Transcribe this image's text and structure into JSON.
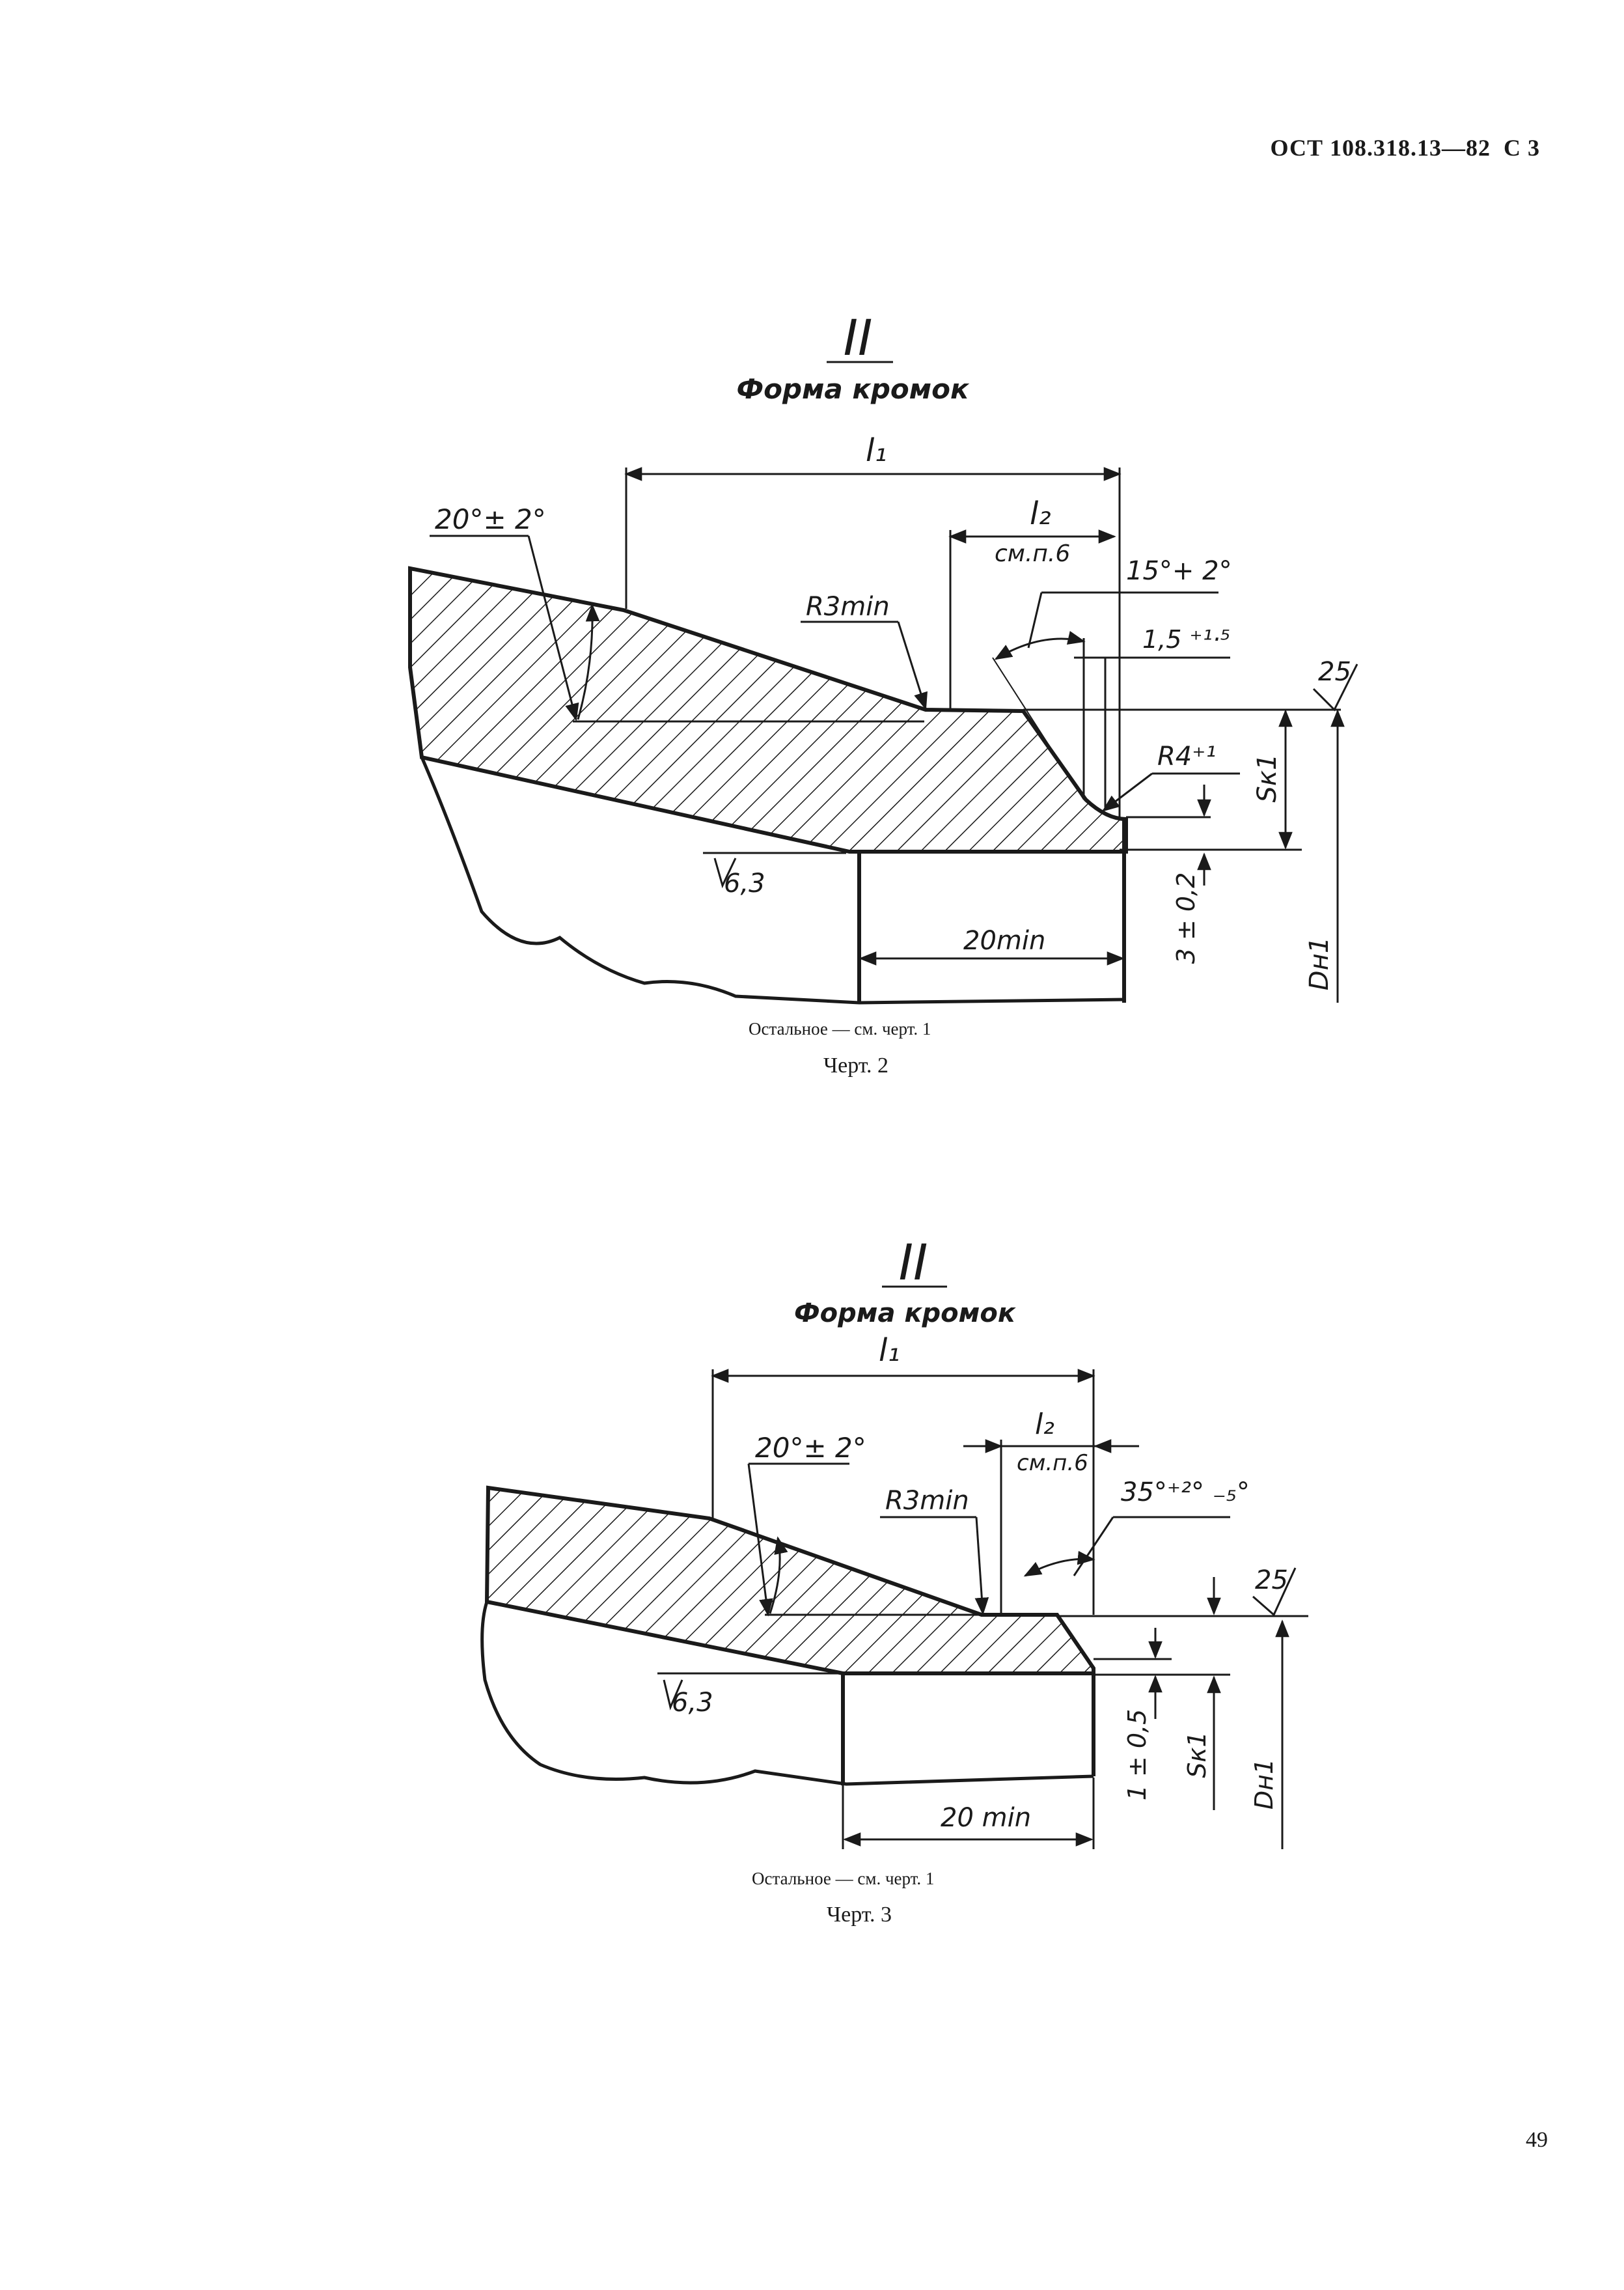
{
  "header": {
    "standard": "ОСТ 108.318.13—82",
    "page_label": "С 3"
  },
  "page_number": "49",
  "figure2": {
    "detail": "II",
    "title": "Форма кромок",
    "l1": "l₁",
    "l2": "l₂",
    "l2_ref": "см.п.6",
    "angle_left": "20°± 2°",
    "angle_right": "15°+ 2°",
    "radius_top": "R3min",
    "radius_bottom": "R4⁺¹",
    "land_width": "1,5 ⁺¹·⁵",
    "roughness_top": "25",
    "roughness_bottom": "6,3",
    "land_height": "3 ± 0,2",
    "length_min": "20min",
    "thickness": "Sк1",
    "diameter": "Dн1",
    "note": "Остальное — см. черт. 1",
    "caption": "Черт. 2"
  },
  "figure3": {
    "detail": "II",
    "title": "Форма кромок",
    "l1": "l₁",
    "l2": "l₂",
    "l2_ref": "см.п.6",
    "angle_left": "20°± 2°",
    "angle_right": "35°⁺²° ₋₅°",
    "radius_top": "R3min",
    "roughness_top": "25",
    "roughness_bottom": "6,3",
    "land_height": "1 ± 0,5",
    "length_min": "20 min",
    "thickness": "Sк1",
    "diameter": "Dн1",
    "note": "Остальное — см. черт. 1",
    "caption": "Черт. 3"
  }
}
